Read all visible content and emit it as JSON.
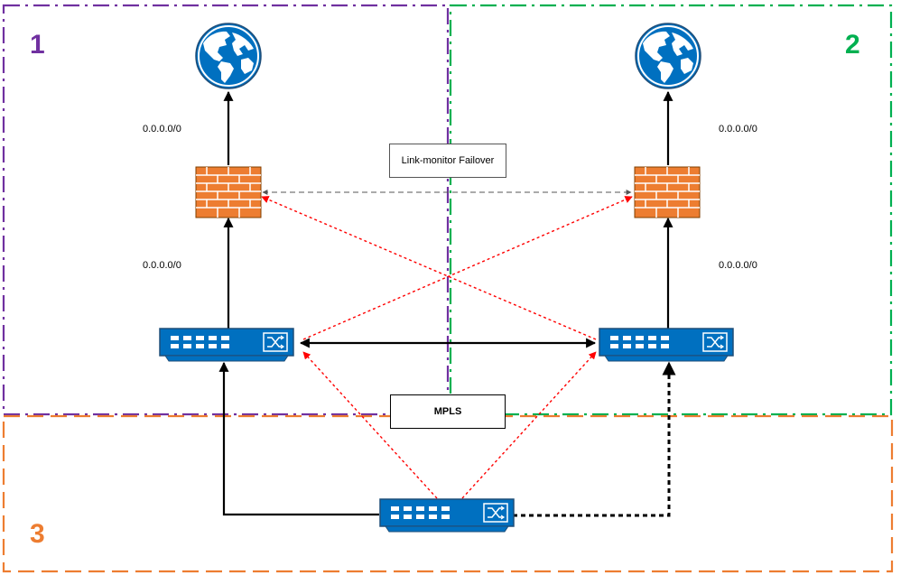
{
  "zones": [
    {
      "number": "1",
      "color": "#7030a0"
    },
    {
      "number": "2",
      "color": "#00b050"
    },
    {
      "number": "3",
      "color": "#ed7d31"
    }
  ],
  "route_labels": {
    "left_upper": "0.0.0.0/0",
    "left_lower": "0.0.0.0/0",
    "right_upper": "0.0.0.0/0",
    "right_lower": "0.0.0.0/0"
  },
  "failover_label": "Link-monitor Failover",
  "mpls_label": "MPLS",
  "colors": {
    "switch_fill": "#0070c0",
    "switch_border": "#1f4e79",
    "firewall_fill": "#ed7d31",
    "globe_fill": "#0070c0",
    "cross_link": "#ff0000",
    "failover_link": "#555555"
  },
  "icons": [
    "globe-icon",
    "firewall-icon",
    "switch-icon"
  ]
}
